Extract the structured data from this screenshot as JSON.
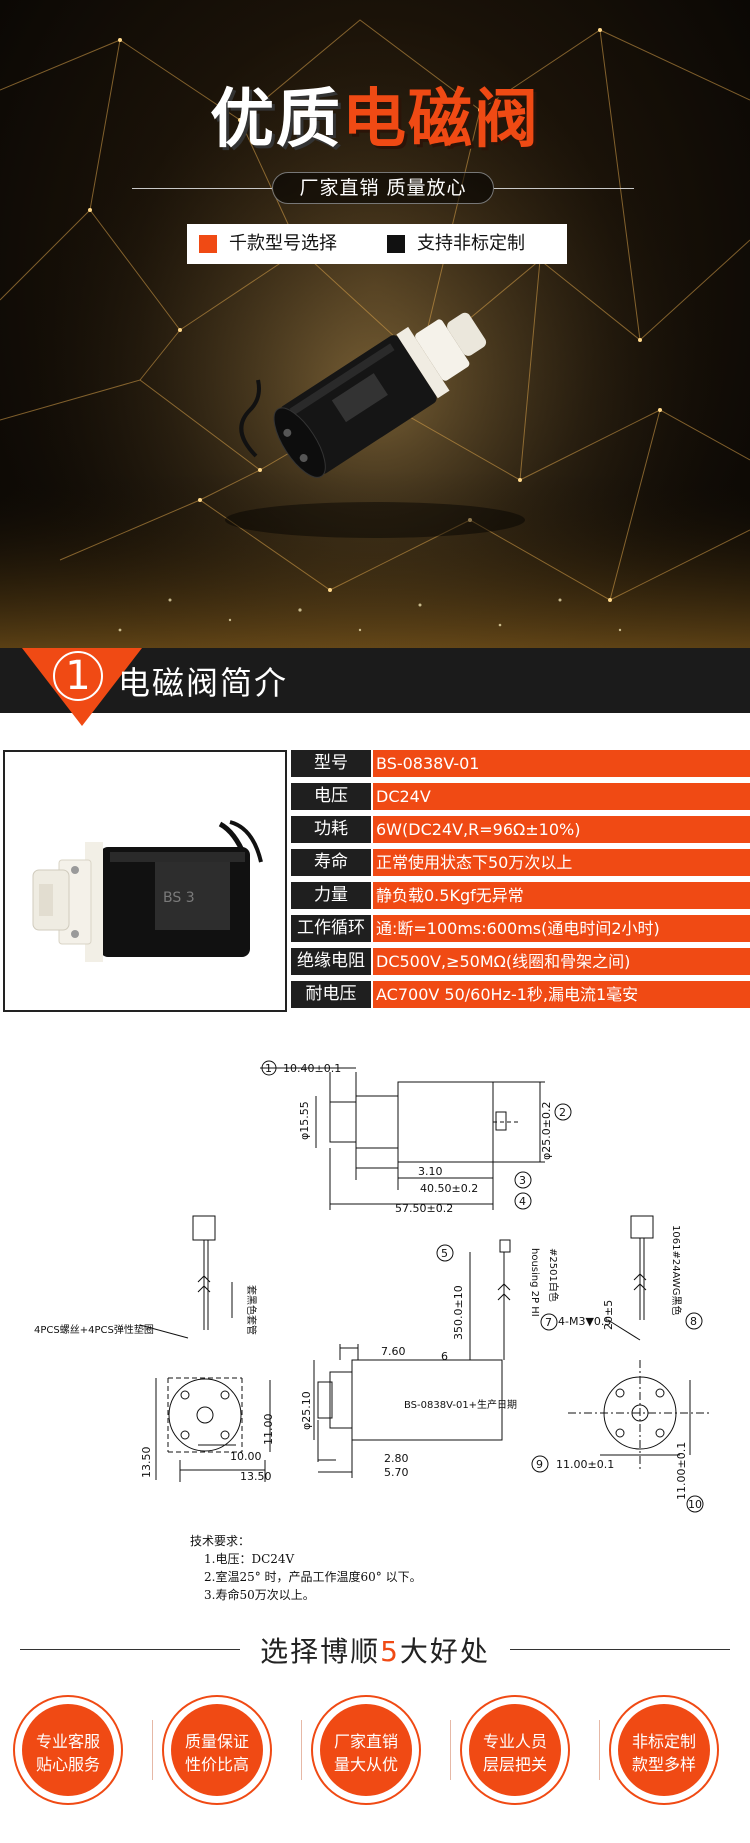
{
  "hero": {
    "title_white": "优质",
    "title_orange": "电磁阀",
    "slogan": "厂家直销 质量放心",
    "feature1": "千款型号选择",
    "feature2": "支持非标定制",
    "colors": {
      "accent": "#f04a14",
      "dark": "#1b1b1b"
    }
  },
  "section": {
    "number": "1",
    "title": "电磁阀简介"
  },
  "spec": {
    "rows": [
      {
        "label": "型号",
        "value": "BS-0838V-01"
      },
      {
        "label": "电压",
        "value": "DC24V"
      },
      {
        "label": "功耗",
        "value": "6W(DC24V,R=96Ω±10%)"
      },
      {
        "label": "寿命",
        "value": "正常使用状态下50万次以上"
      },
      {
        "label": "力量",
        "value": "静负载0.5Kgf无异常"
      },
      {
        "label": "工作循环",
        "value": "通:断=100ms:600ms(通电时间2小时)"
      },
      {
        "label": "绝缘电阻",
        "value": "DC500V,≥50MΩ(线圈和骨架之间)"
      },
      {
        "label": "耐电压",
        "value": "AC700V 50/60Hz-1秒,漏电流1毫安"
      }
    ]
  },
  "drawing": {
    "dims": {
      "d1": "10.40±0.1",
      "d_phi155": "φ15.55",
      "d_phi25": "φ25.0±0.2",
      "d_310": "3.10",
      "d_4050": "40.50±0.2",
      "d_5750": "57.50±0.2",
      "d_350": "350.0±10",
      "d_760": "7.60",
      "d_phi251": "φ25.10",
      "d_280": "2.80",
      "d_570": "5.70",
      "d_1350a": "13.50",
      "d_1000": "10.00",
      "d_1100": "11.00",
      "d_1350b": "13.50",
      "d_4m3": "4-M3▼0.5",
      "d_20": "20±5",
      "d_1100b": "11.00±0.1",
      "d_1100c": "11.00±0.1"
    },
    "notes": {
      "screws": "4PCS螺丝+4PCS弹性垫圈",
      "sleeve": "套黑色套管",
      "housing": "housing 2P HI",
      "wire_white": "#2501白色",
      "wire_red": "1061#24AWG黑色",
      "label": "BS-0838V-01+生产日期"
    },
    "markers": [
      "1",
      "2",
      "3",
      "4",
      "5",
      "6",
      "7",
      "8",
      "9",
      "10"
    ]
  },
  "tech": {
    "heading": "技术要求：",
    "lines": [
      "1.电压：DC24V",
      "2.室温25° 时，产品工作温度60° 以下。",
      "3.寿命50万次以上。"
    ]
  },
  "benefits": {
    "title_a": "选择博顺",
    "title_num": "5",
    "title_b": "大好处",
    "items": [
      {
        "l1": "专业客服",
        "l2": "贴心服务"
      },
      {
        "l1": "质量保证",
        "l2": "性价比高"
      },
      {
        "l1": "厂家直销",
        "l2": "量大从优"
      },
      {
        "l1": "专业人员",
        "l2": "层层把关"
      },
      {
        "l1": "非标定制",
        "l2": "款型多样"
      }
    ]
  }
}
